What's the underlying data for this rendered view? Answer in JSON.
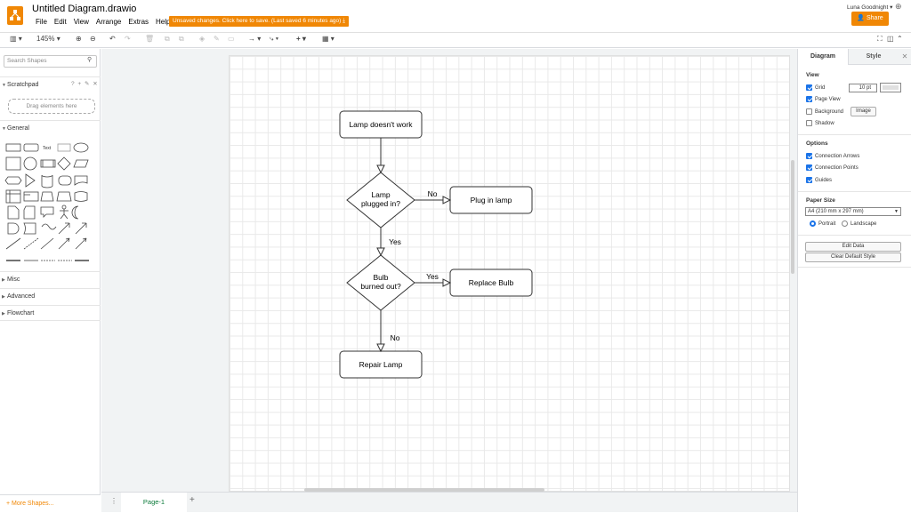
{
  "app": {
    "title": "Untitled Diagram.drawio",
    "unsaved_notice": "Unsaved changes. Click here to save. (Last saved 6 minutes ago)",
    "user": "Luna Goodnight",
    "share_label": "Share"
  },
  "menu": [
    "File",
    "Edit",
    "View",
    "Arrange",
    "Extras",
    "Help"
  ],
  "toolbar": {
    "zoom": "145%"
  },
  "sidebar": {
    "search_placeholder": "Search Shapes",
    "scratchpad_label": "Scratchpad",
    "scratchpad_icons": "? + ✎ ✕",
    "drag_hint": "Drag elements here",
    "general_label": "General",
    "misc_label": "Misc",
    "advanced_label": "Advanced",
    "flowchart_label": "Flowchart",
    "more_shapes": "+ More Shapes...",
    "text_shape_label": "Text"
  },
  "page": {
    "tab_label": "Page-1"
  },
  "diagram": {
    "nodes": {
      "start": "Lamp doesn't work",
      "q1_line1": "Lamp",
      "q1_line2": "plugged in?",
      "plug": "Plug in lamp",
      "q2_line1": "Bulb",
      "q2_line2": "burned out?",
      "replace": "Replace Bulb",
      "repair": "Repair Lamp"
    },
    "edges": {
      "no1": "No",
      "yes1": "Yes",
      "yes2": "Yes",
      "no2": "No"
    }
  },
  "format_panel": {
    "tabs": {
      "diagram": "Diagram",
      "style": "Style"
    },
    "view_heading": "View",
    "grid_label": "Grid",
    "grid_checked": true,
    "grid_size": "10 pt",
    "page_view_label": "Page View",
    "page_view_checked": true,
    "background_label": "Background",
    "background_checked": false,
    "image_button": "Image",
    "shadow_label": "Shadow",
    "shadow_checked": false,
    "options_heading": "Options",
    "connection_arrows_label": "Connection Arrows",
    "connection_arrows_checked": true,
    "connection_points_label": "Connection Points",
    "connection_points_checked": true,
    "guides_label": "Guides",
    "guides_checked": true,
    "paper_size_heading": "Paper Size",
    "paper_size_value": "A4 (210 mm x 297 mm)",
    "orientation_portrait": "Portrait",
    "orientation_landscape": "Landscape",
    "orientation_selected": "Portrait",
    "edit_data_button": "Edit Data",
    "clear_style_button": "Clear Default Style"
  },
  "colors": {
    "accent": "#f08705",
    "checkbox": "#1a73e8"
  }
}
